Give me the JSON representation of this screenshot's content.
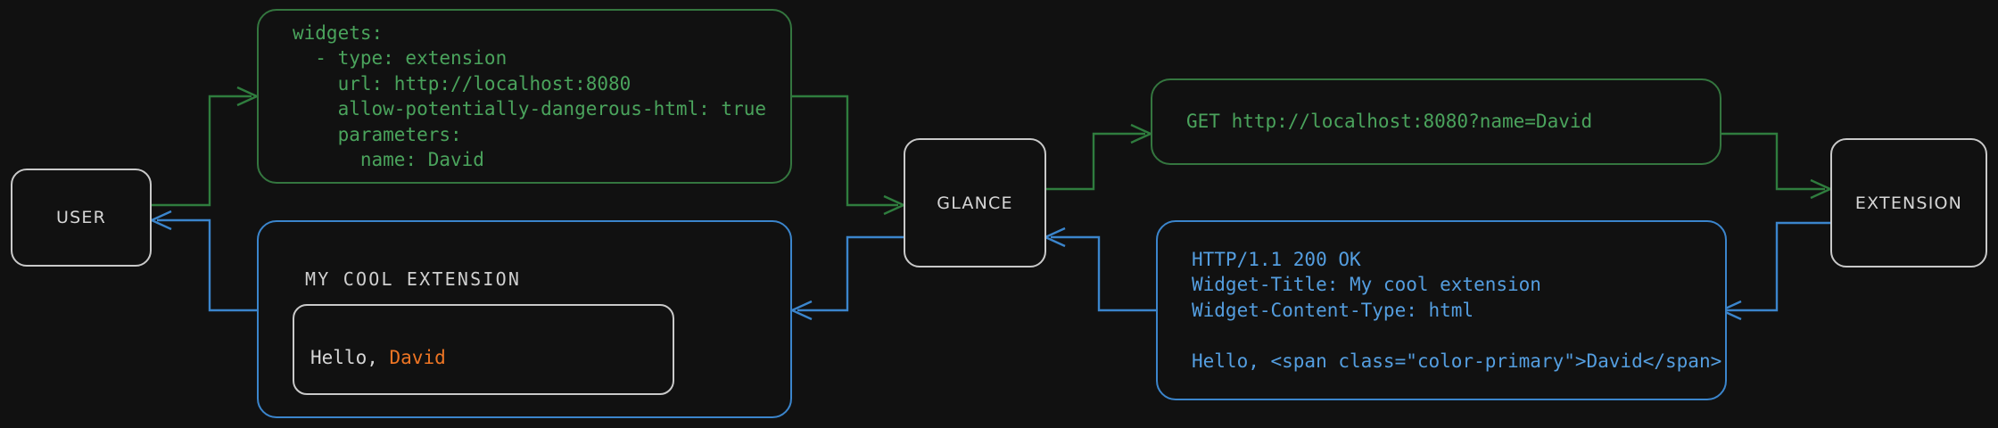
{
  "diagram": {
    "type": "sequence-flow",
    "background_color": "#111111",
    "palette": {
      "request_green": "#4aa35c",
      "request_green_border": "#34763f",
      "response_blue": "#549ee0",
      "response_blue_border": "#3b85cc",
      "node_stroke": "#c9c9c9",
      "node_text": "#d6d6d6",
      "accent_orange": "#ee7524"
    }
  },
  "nodes": [
    {
      "id": "user",
      "label": "USER"
    },
    {
      "id": "glance",
      "label": "GLANCE"
    },
    {
      "id": "extension",
      "label": "EXTENSION"
    }
  ],
  "messages": {
    "config_yaml": {
      "flow": "user-to-glance",
      "color": "green",
      "lines": [
        "widgets:",
        "  - type: extension",
        "    url: http://localhost:8080",
        "    allow-potentially-dangerous-html: true",
        "    parameters:",
        "      name: David"
      ]
    },
    "http_request": {
      "flow": "glance-to-extension",
      "color": "green",
      "lines": [
        "GET http://localhost:8080?name=David"
      ]
    },
    "http_response": {
      "flow": "extension-to-glance",
      "color": "blue",
      "lines": [
        "HTTP/1.1 200 OK",
        "Widget-Title: My cool extension",
        "Widget-Content-Type: html",
        "",
        "Hello, <span class=\"color-primary\">David</span>"
      ]
    },
    "rendered_widget": {
      "flow": "glance-to-user",
      "color": "blue",
      "title": "MY COOL EXTENSION",
      "body_prefix": "Hello, ",
      "body_accent": "David"
    }
  },
  "arrows": [
    {
      "name": "user-to-config",
      "direction": "right",
      "color": "green"
    },
    {
      "name": "config-to-glance",
      "direction": "right",
      "color": "green"
    },
    {
      "name": "glance-to-request",
      "direction": "right",
      "color": "green"
    },
    {
      "name": "request-to-extension",
      "direction": "right",
      "color": "green"
    },
    {
      "name": "extension-to-response",
      "direction": "left",
      "color": "blue"
    },
    {
      "name": "response-to-glance",
      "direction": "left",
      "color": "blue"
    },
    {
      "name": "glance-to-widget",
      "direction": "left",
      "color": "blue"
    },
    {
      "name": "widget-to-user",
      "direction": "left",
      "color": "blue"
    }
  ]
}
